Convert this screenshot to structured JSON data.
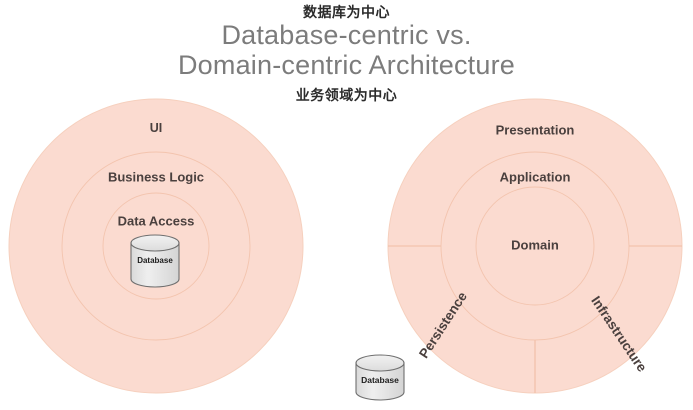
{
  "diagram": {
    "annotation_top": "数据库为中心",
    "title_line1": "Database-centric vs.",
    "title_line2": "Domain-centric Architecture",
    "annotation_bottom": "业务领域为中心",
    "colors": {
      "ring_fill": "#fbdbd0",
      "ring_stroke": "#f5cdb9",
      "label_text": "#4a403e",
      "title_text": "#7c7c7c",
      "annotation_text": "#2b2b2b",
      "db_fill": "#e6e6e6",
      "db_top_fill": "#ededed",
      "db_stroke": "#6f6f6f",
      "background": "#ffffff"
    },
    "left_diagram": {
      "name": "database-centric-architecture",
      "rings": [
        {
          "id": "ui",
          "label": "UI"
        },
        {
          "id": "business-logic",
          "label": "Business Logic"
        },
        {
          "id": "data-access",
          "label": "Data Access"
        }
      ],
      "database": {
        "label": "Database"
      }
    },
    "right_diagram": {
      "name": "domain-centric-architecture",
      "rings": [
        {
          "id": "presentation",
          "label": "Presentation"
        },
        {
          "id": "application",
          "label": "Application"
        },
        {
          "id": "domain",
          "label": "Domain"
        }
      ],
      "sectors": [
        {
          "id": "persistence",
          "label": "Persistence"
        },
        {
          "id": "infrastructure",
          "label": "Infrastructure"
        }
      ]
    },
    "external_database": {
      "label": "Database"
    }
  }
}
